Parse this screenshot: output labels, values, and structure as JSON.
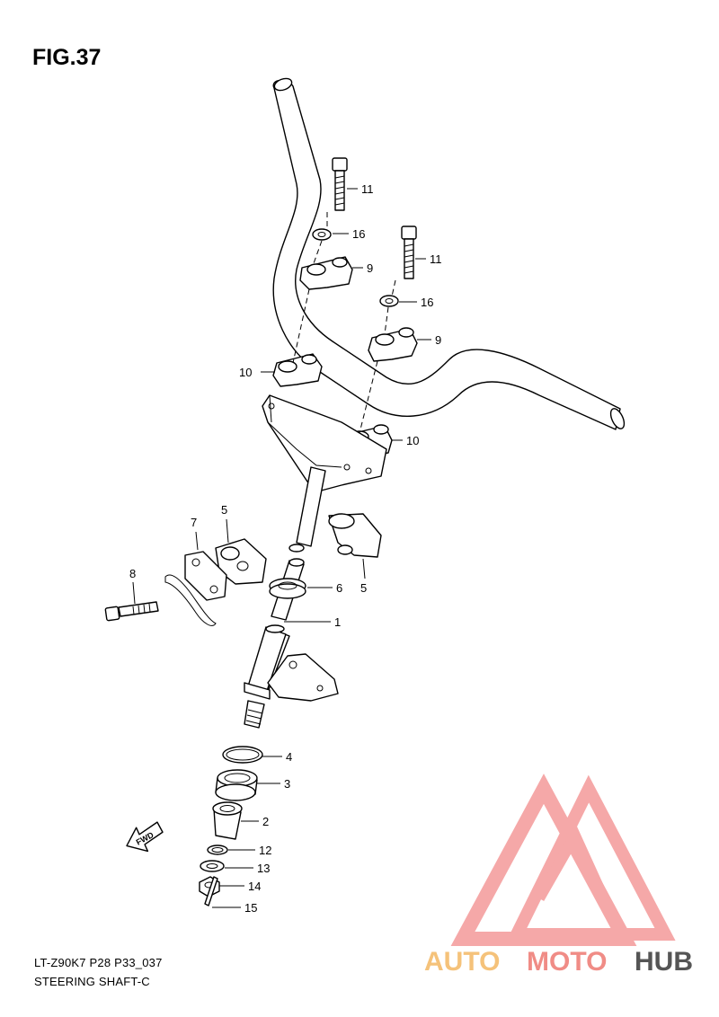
{
  "figure": {
    "title": "FIG.37",
    "model_code": "LT-Z90K7 P28 P33_037",
    "caption": "STEERING SHAFT-C"
  },
  "callouts": [
    {
      "id": "c11a",
      "label": "11"
    },
    {
      "id": "c16a",
      "label": "16"
    },
    {
      "id": "c9a",
      "label": "9"
    },
    {
      "id": "c11b",
      "label": "11"
    },
    {
      "id": "c16b",
      "label": "16"
    },
    {
      "id": "c9b",
      "label": "9"
    },
    {
      "id": "c10a",
      "label": "10"
    },
    {
      "id": "c10b",
      "label": "10"
    },
    {
      "id": "c7",
      "label": "7"
    },
    {
      "id": "c5a",
      "label": "5"
    },
    {
      "id": "c5b",
      "label": "5"
    },
    {
      "id": "c8",
      "label": "8"
    },
    {
      "id": "c6",
      "label": "6"
    },
    {
      "id": "c1",
      "label": "1"
    },
    {
      "id": "c4",
      "label": "4"
    },
    {
      "id": "c3",
      "label": "3"
    },
    {
      "id": "c2",
      "label": "2"
    },
    {
      "id": "c12",
      "label": "12"
    },
    {
      "id": "c13",
      "label": "13"
    },
    {
      "id": "c14",
      "label": "14"
    },
    {
      "id": "c15",
      "label": "15"
    }
  ],
  "fwd_arrow": {
    "label": "FWD"
  },
  "watermark": {
    "text_part1": "AUTO",
    "text_part2": "MOTO",
    "text_part3": "HUB",
    "color_part1": "#f5c27a",
    "color_part2": "#f08c86",
    "color_part3": "#555555",
    "logo_color": "#f07a7a"
  }
}
